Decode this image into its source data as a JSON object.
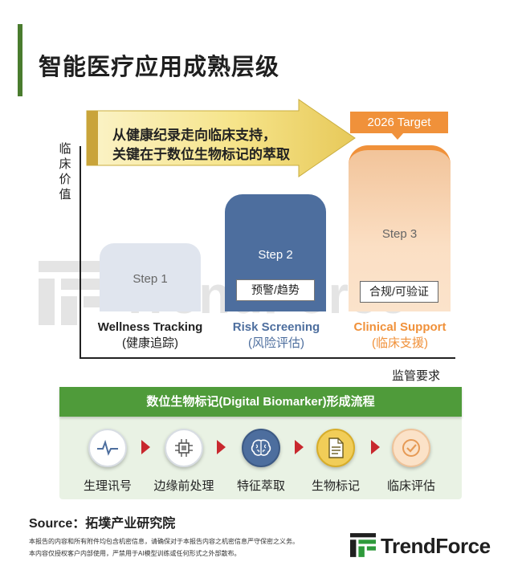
{
  "title": "智能医疗应用成熟层级",
  "watermark_text": "TrendForce",
  "axes": {
    "y_label": "临床价值",
    "x_label": "监管要求"
  },
  "arrow_text": {
    "line1": "从健康纪录走向临床支持，",
    "line2": "关键在于数位生物标记的萃取"
  },
  "target_badge": "2026 Target",
  "steps": [
    {
      "label": "Step 1",
      "tag": "",
      "name_en": "Wellness Tracking",
      "name_zh": "(健康追踪)"
    },
    {
      "label": "Step 2",
      "tag": "预警/趋势",
      "name_en": "Risk Screening",
      "name_zh": "(风险评估)"
    },
    {
      "label": "Step 3",
      "tag": "合规/可验证",
      "name_en": "Clinical Support",
      "name_zh": "(临床支援)"
    }
  ],
  "biomarker": {
    "header": "数位生物标记(Digital Biomarker)形成流程",
    "flow": [
      {
        "label": "生理讯号",
        "icon": "waveform-icon"
      },
      {
        "label": "边缘前处理",
        "icon": "chip-icon"
      },
      {
        "label": "特征萃取",
        "icon": "brain-icon"
      },
      {
        "label": "生物标记",
        "icon": "document-icon"
      },
      {
        "label": "临床评估",
        "icon": "check-circle-icon"
      }
    ]
  },
  "source": "Source：拓墣产业研究院",
  "disclaimer": {
    "line1": "本报告的内容和所有附件均包含机密信息，请确保对于本报告内容之机密信息严守保密之义务。",
    "line2": "本内容仅授权客户内部使用，严禁用于AI模型训练或任何形式之外部散布。"
  },
  "brand": "TrendForce",
  "colors": {
    "accent_green": "#4a7c2e",
    "header_green": "#4f9b3a",
    "step2_blue": "#4d6e9e",
    "step3_orange": "#f0913a",
    "flow_arrow_red": "#c8282e"
  }
}
